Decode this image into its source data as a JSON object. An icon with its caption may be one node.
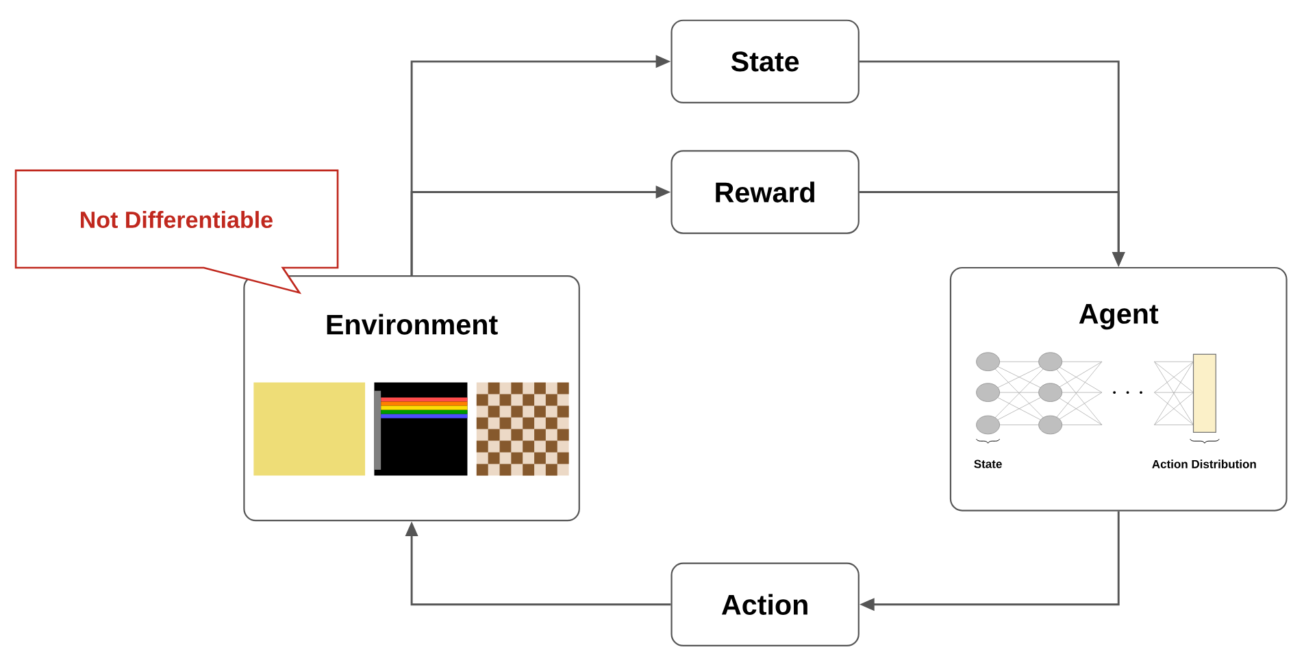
{
  "diagram": {
    "nodes": [
      {
        "text": [
          "State"
        ]
      },
      {
        "text": [
          "Reward"
        ]
      },
      {
        "text": [
          "Not Differentiable"
        ]
      },
      {
        "text": [
          "Environment"
        ]
      },
      {
        "text": [
          "Agent"
        ]
      },
      {
        "text": [
          "Action"
        ]
      }
    ],
    "edges": [
      {
        "from": 3,
        "to": 0,
        "arrow": "to"
      },
      {
        "from": 3,
        "to": 1,
        "arrow": "to"
      },
      {
        "from": 0,
        "to": 4,
        "arrow": "to"
      },
      {
        "from": 1,
        "to": 4,
        "arrow": "to"
      },
      {
        "from": 4,
        "to": 5,
        "arrow": "to"
      },
      {
        "from": 5,
        "to": 3,
        "arrow": "to"
      }
    ],
    "labels": [
      "State",
      "Action Distribution"
    ]
  }
}
